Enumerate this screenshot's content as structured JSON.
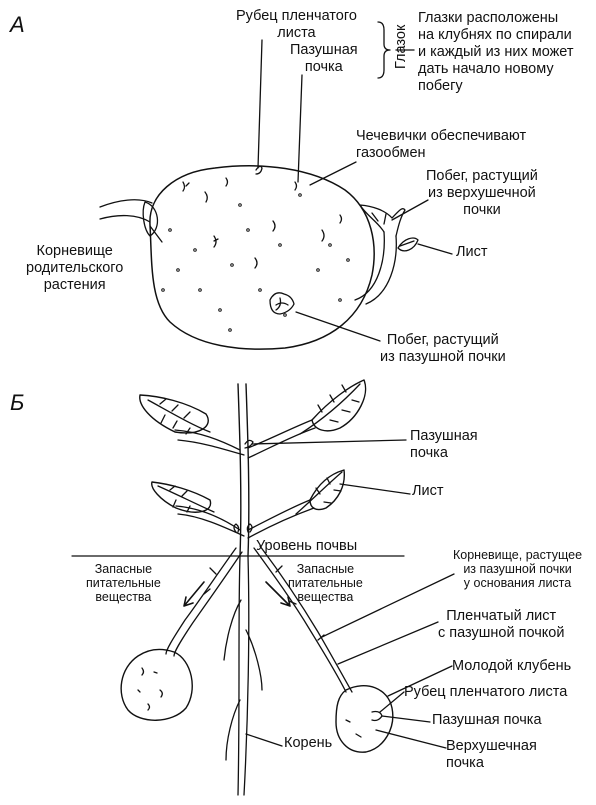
{
  "panel_a": {
    "letter": "A",
    "scar_label": "Рубец пленчатого\nлиста",
    "axillary_bud_label": "Пазушная\nпочка",
    "eye_label": "Глазок",
    "eyes_note": "Глазки расположены\nна клубнях по спирали\nи каждый из них может\nдать начало новому\nпобегу",
    "lenticels_label": "Чечевички обеспечивают\nгазообмен",
    "apical_shoot_label": "Побег, растущий\nиз верхушечной\nпочки",
    "leaf_label": "Лист",
    "rhizome_label": "Корневище\nродительского\nрастения",
    "axillary_shoot_label": "Побег, растущий\nиз пазушной почки"
  },
  "panel_b": {
    "letter": "Б",
    "axillary_bud_label": "Пазушная\nпочка",
    "leaf_label": "Лист",
    "soil_level_label": "Уровень почвы",
    "reserves_left_label": "Запасные\nпитательные\nвещества",
    "reserves_right_label": "Запасные\nпитательные\nвещества",
    "rhizome_label": "Корневище, растущее\nиз пазушной почки\nу основания листа",
    "scale_leaf_label": "Пленчатый лист\nс пазушной почкой",
    "young_tuber_label": "Молодой клубень",
    "scar_label": "Рубец пленчатого листа",
    "axillary_bud_label2": "Пазушная почка",
    "apical_bud_label": "Верхушечная\nпочка",
    "root_label": "Корень"
  }
}
